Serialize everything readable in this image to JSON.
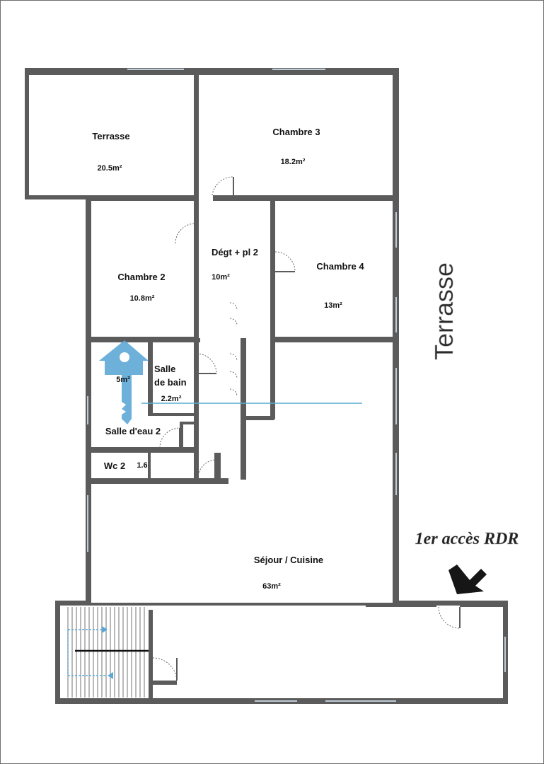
{
  "rooms": {
    "terrasse_top": {
      "name": "Terrasse",
      "area": "20.5m²"
    },
    "chambre3": {
      "name": "Chambre 3",
      "area": "18.2m²"
    },
    "degt": {
      "name": "Dégt + pl 2",
      "area": "10m²"
    },
    "chambre2": {
      "name": "Chambre 2",
      "area": "10.8m²"
    },
    "chambre4": {
      "name": "Chambre 4",
      "area": "13m²"
    },
    "salle_de_bain": {
      "name_line1": "Salle",
      "name_line2": "de bain",
      "area": "2.2m²"
    },
    "salle_eau2": {
      "name": "Salle d'eau 2",
      "area": "5m²"
    },
    "wc2": {
      "name": "Wc 2",
      "area": "1.6"
    },
    "sejour": {
      "name": "Séjour / Cuisine",
      "area": "63m²"
    }
  },
  "outside_terrace_label": "Terrasse",
  "entrance_label": "1er accès RDR",
  "colors": {
    "wall": "#5b5b5b",
    "logo": "#5aa6d6",
    "guide_line": "#5aaed0",
    "arrow": "#161616"
  },
  "icons": {
    "logo": "house-key-logo-icon",
    "entrance": "entrance-arrow-icon",
    "stairs": "staircase-icon"
  }
}
